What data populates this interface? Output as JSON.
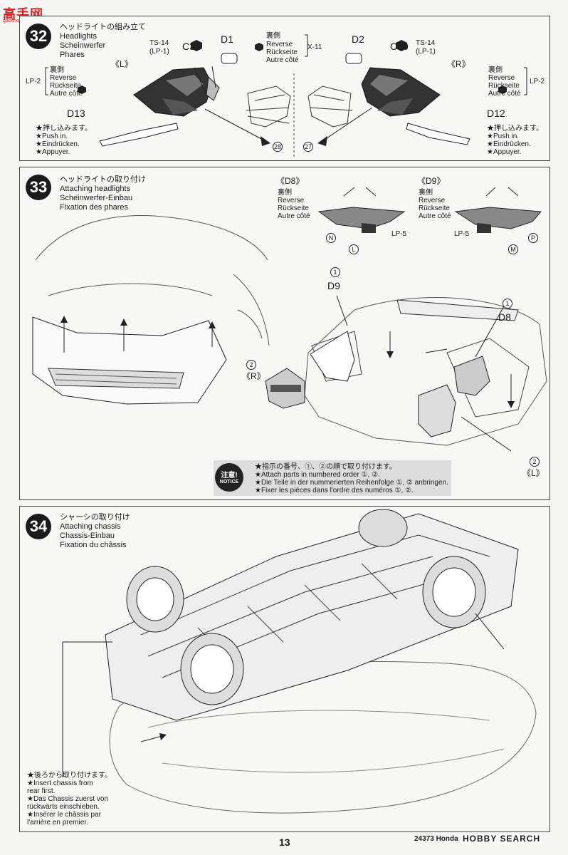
{
  "site_logo": {
    "main": "高手网",
    "sub": "gaoshou.net"
  },
  "step32": {
    "num": "32",
    "title_jp": "ヘッドライトの組み立て",
    "title_en": "Headlights",
    "title_de": "Scheinwerfer",
    "title_fr": "Phares",
    "left_side": "《L》",
    "right_side": "《R》",
    "c31": "C31",
    "c30": "C30",
    "d1": "D1",
    "d2": "D2",
    "d13": "D13",
    "d12": "D12",
    "ts14": "TS-14",
    "lp1": "(LP-1)",
    "lp2": "LP-2",
    "x11": "X-11",
    "rev_jp": "裏側",
    "rev_en": "Reverse",
    "rev_de": "Rückseite",
    "rev_fr": "Autre côté",
    "push_jp": "★押し込みます。",
    "push_en": "★Push in.",
    "push_de": "★Eindrücken.",
    "push_fr": "★Appuyer.",
    "ref28": "28",
    "ref27": "27"
  },
  "step33": {
    "num": "33",
    "title_jp": "ヘッドライトの取り付け",
    "title_en": "Attaching headlights",
    "title_de": "Scheinwerfer-Einbau",
    "title_fr": "Fixation des phares",
    "d8_header": "《D8》",
    "d9_header": "《D9》",
    "rev_jp": "裏側",
    "rev_en": "Reverse",
    "rev_de": "Rückseite",
    "rev_fr": "Autre côté",
    "lp5": "LP-5",
    "n": "N",
    "l": "L",
    "m": "M",
    "p": "P",
    "d9": "D9",
    "d8": "D8",
    "one": "1",
    "two": "2",
    "r_side": "《R》",
    "l_side": "《L》",
    "notice_jp_badge": "注意!",
    "notice_en_badge": "NOTICE",
    "notice_lines": [
      "★指示の番号、①、②の順で取り付けます。",
      "★Attach parts in numbered order ①, ②.",
      "★Die Teile in der nummerierten Reihenfolge ①, ② anbringen.",
      "★Fixer les pièces dans l'ordre des numéros ①, ②."
    ]
  },
  "step34": {
    "num": "34",
    "title_jp": "シャーシの取り付け",
    "title_en": "Attaching chassis",
    "title_de": "Chassis-Einbau",
    "title_fr": "Fixation du châssis",
    "caption_lines": [
      "★後ろから取り付けます。",
      "★Insert chassis from",
      "rear first.",
      "★Das Chassis zuerst von",
      "rückwärts einschieben.",
      "★Insérer le châssis par",
      "l'arrière en premier."
    ]
  },
  "footer": {
    "page": "13",
    "code": "24373 Honda",
    "watermark": "HOBBY SEARCH"
  }
}
